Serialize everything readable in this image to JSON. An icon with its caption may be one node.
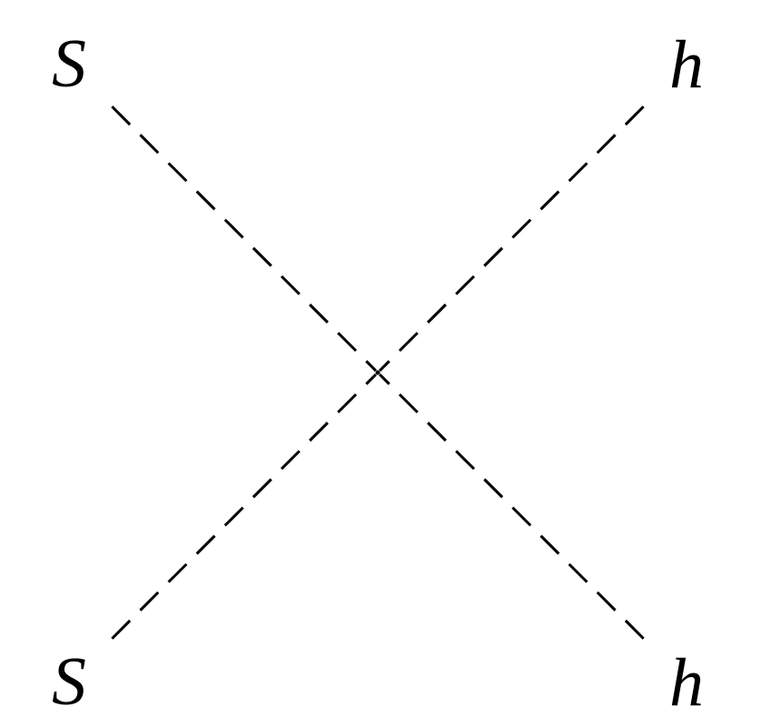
{
  "diagram": {
    "nodes": [
      {
        "text": [
          "S"
        ]
      },
      {
        "text": [
          "h"
        ]
      },
      {
        "text": [
          "S"
        ]
      },
      {
        "text": [
          "h"
        ]
      },
      {
        "text": [],
        "shape": "point"
      }
    ],
    "edges": [
      {
        "from": 0,
        "to": 4,
        "arrow": "none",
        "style": "dashed"
      },
      {
        "from": 1,
        "to": 4,
        "arrow": "none",
        "style": "dashed"
      },
      {
        "from": 2,
        "to": 4,
        "arrow": "none",
        "style": "dashed"
      },
      {
        "from": 3,
        "to": 4,
        "arrow": "none",
        "style": "dashed"
      }
    ]
  }
}
